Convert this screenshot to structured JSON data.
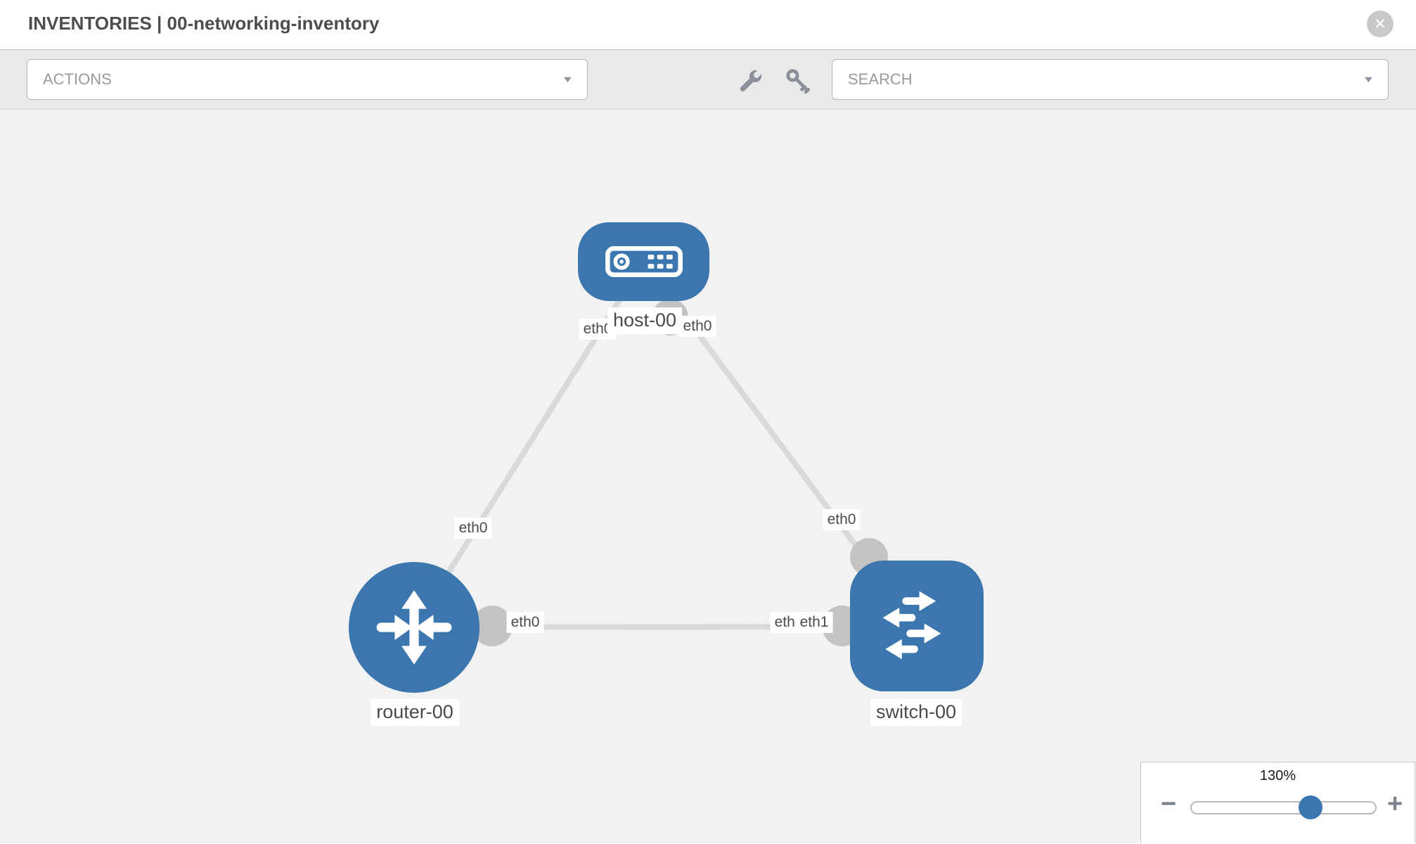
{
  "header": {
    "section": "INVENTORIES",
    "separator": "|",
    "inventory_name": "00-networking-inventory"
  },
  "toolbar": {
    "actions_placeholder": "ACTIONS",
    "search_placeholder": "SEARCH"
  },
  "icons": {
    "caret_down": "▼",
    "close": "✕",
    "minus": "−",
    "plus": "+"
  },
  "colors": {
    "node_blue": "#3b76af",
    "link_gray": "#d9d9d9",
    "connector_gray": "#c3c3c3",
    "canvas_bg": "#f2f2f2",
    "toolbar_bg": "#eaeaea",
    "icon_gray": "#8b909a"
  },
  "topology": {
    "nodes": [
      {
        "id": "host-00",
        "label": "host-00",
        "type": "host"
      },
      {
        "id": "router-00",
        "label": "router-00",
        "type": "router"
      },
      {
        "id": "switch-00",
        "label": "switch-00",
        "type": "switch"
      }
    ],
    "links": [
      {
        "from": "router-00",
        "to": "host-00",
        "from_if": "eth0",
        "to_if": "eth0"
      },
      {
        "from": "host-00",
        "to": "switch-00",
        "from_if": "eth0",
        "to_if": "eth0"
      },
      {
        "from": "router-00",
        "to": "switch-00",
        "from_if": "eth0",
        "to_if": "eth1"
      }
    ],
    "if_labels": [
      {
        "text": "eth0"
      },
      {
        "text": "eth0"
      },
      {
        "text": "eth0"
      },
      {
        "text": "eth0"
      },
      {
        "text": "eth0"
      },
      {
        "text": "eth0"
      },
      {
        "text": "eth1"
      }
    ]
  },
  "zoom_control": {
    "level": "130%"
  }
}
